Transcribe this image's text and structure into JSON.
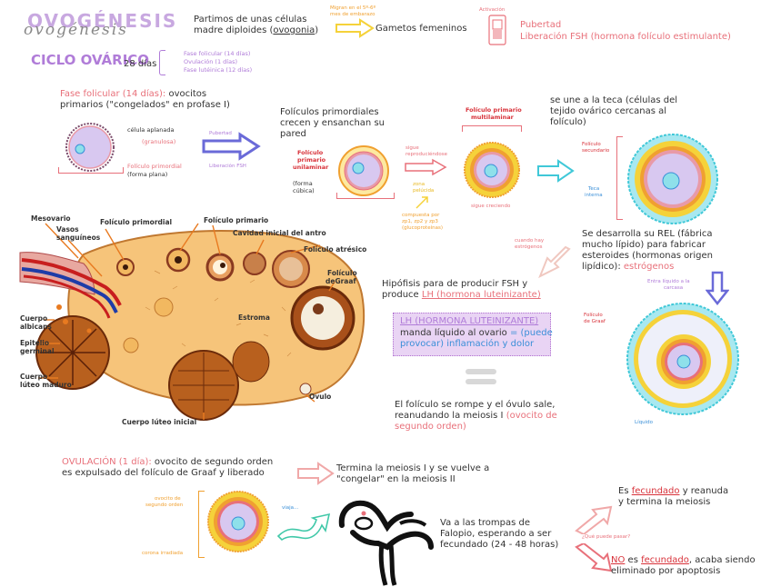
{
  "title": {
    "main": "OVOGÉNESIS",
    "script": "ovogénesis"
  },
  "intro": {
    "line1": "Partimos de unas células",
    "line2_pre": "madre diploides (",
    "line2_word": "ovogonia",
    "line2_post": ")",
    "arrow_note_1": "Migran en el 5º-6º",
    "arrow_note_2": "mes de embarazo",
    "gametes": "Gametos femeninos",
    "activation": "Activación",
    "puberty_1": "Pubertad",
    "puberty_2": "Liberación FSH (hormona folículo estimulante)"
  },
  "cycle": {
    "title": "CICLO OVÁRICO",
    "days": "28 días",
    "phase1": "Fase folicular (14 días)",
    "phase2": "Ovulación (1 días)",
    "phase3": "Fase lutéinica (12 días)"
  },
  "follicular": {
    "heading_a": "Fase folicular (14 días):",
    "heading_b": " ovocitos",
    "heading_2": "primarios (\"congelados\" en profase I)",
    "flat_cell": "célula aplanada",
    "granulosa": "(granulosa)",
    "primordial": "Folículo primordial",
    "primordial_2": "(forma plana)",
    "arrow_top": "Pubertad",
    "arrow_bottom": "Liberación FSH",
    "grow_1": "Folículos primordiales",
    "grow_2": "crecen y ensanchan su",
    "grow_3": "pared",
    "unilaminar_1": "Folículo",
    "unilaminar_2": "primario",
    "unilaminar_3": "unilaminar",
    "cubic_1": "(forma",
    "cubic_2": "cúbica)",
    "still_growing_1": "sigue",
    "still_growing_2": "reproduciéndose",
    "zona_1": "zona",
    "zona_2": "pelúcida",
    "glyco_1": "compuesta por",
    "glyco_2": "zp1, zp2 y zp3",
    "glyco_3": "(glucoproteínas)",
    "multilaminar_1": "Folículo primario",
    "multilaminar_2": "multilaminar",
    "keeps_growing": "sigue creciendo",
    "theca_1": "se une a la teca (células del",
    "theca_2": "tejido ovárico cercanas al",
    "theca_3": "folículo)",
    "secondary_1": "Folículo",
    "secondary_2": "secundario",
    "theca_int_1": "Teca",
    "theca_int_2": "interna"
  },
  "ovary": {
    "labels": {
      "mesovario": "Mesovario",
      "vasos": "Vasos",
      "sanguineos": "sanguíneos",
      "primordial": "Folículo primordial",
      "primario": "Folículo primario",
      "antro": "Cavidad inicial del antro",
      "atresico": "Folículo atrésico",
      "graaf_1": "Folículo",
      "graaf_2": "deGraaf",
      "estroma": "Estroma",
      "albicans_1": "Cuerpo",
      "albicans_2": "albicans",
      "epitelio_1": "Epitelio",
      "epitelio_2": "germinal",
      "luteo_1": "Cuerpo",
      "luteo_2": "lúteo maduro",
      "ovulo": "Ovulo",
      "luteo_inicial": "Cuerpo lúteo inicial"
    }
  },
  "estrogen": {
    "produce_1": "cuando hay",
    "produce_2": "estrógenos",
    "line1": "Se desarrolla su REL (fábrica",
    "line2": "mucho lípido) para fabricar",
    "line3": "esteroides (hormonas origen",
    "line4_pre": "lipídico): ",
    "line4_word": "estrógenos",
    "liquid_1": "Entra líquido a la",
    "liquid_2": "carcasa",
    "graaf_1": "Folículo",
    "graaf_2": "de Graaf",
    "liquido": "Líquido"
  },
  "lh": {
    "line1": "Hipófisis para de producir FSH y",
    "line2_pre": "produce ",
    "line2_word": "LH (hormona luteinizante)",
    "box_1": "LH (HORMONA LUTEINIZANTE)",
    "box_2_pre": "manda líquido al ovario ",
    "box_2_blue": "= (puede",
    "box_3": "provocar) inflamación y dolor",
    "rupture_1": "El folículo se rompe y el óvulo sale,",
    "rupture_2_pre": "reanudando la meiosis I ",
    "rupture_2_pink": "(ovocito de",
    "rupture_3": "segundo orden)"
  },
  "ovulation": {
    "line1_pink": "OVULACIÓN (1 día):",
    "line1_rest": " ovocito de segundo orden",
    "line2": "es expulsado del folículo de Graaf y liberado",
    "meiosis_1": "Termina la meiosis I y se vuelve a",
    "meiosis_2": "\"congelar\" en la meiosis II",
    "oocyte_1": "ovocito de",
    "oocyte_2": "segundo orden",
    "corona": "corona irradiada",
    "travel": "viaja...",
    "tubes_1": "Va a las trompas de",
    "tubes_2": "Falopio, esperando a ser",
    "tubes_3": "fecundado (24 - 48 horas)",
    "question": "¿Qué puede pasar?",
    "yes_1_pre": "Es ",
    "yes_1_word": "fecundado",
    "yes_1_post": " y reanuda",
    "yes_2": "y termina la meiosis",
    "no_1_a": "NO",
    "no_1_b": " es ",
    "no_1_c": "fecundado",
    "no_1_d": ", acaba siendo",
    "no_2": "eliminado por apoptosis"
  },
  "colors": {
    "pink": "#e8707a",
    "orange": "#f0a030",
    "purple": "#b07cd8",
    "blue": "#3a8fd8",
    "yellow": "#f5d23a",
    "cyan": "#40c8d8",
    "lavender": "#d8c8f0"
  }
}
